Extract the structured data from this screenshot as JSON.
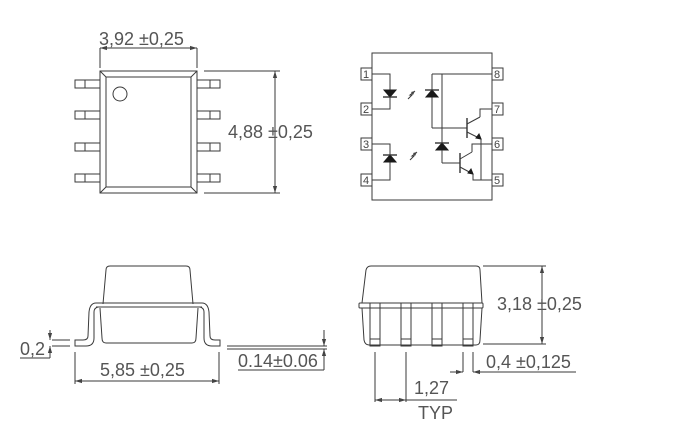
{
  "top_view": {
    "width_dim": "3,92 ±0,25",
    "height_dim": "4,88 ±0,25",
    "pins_per_side": 4,
    "pin1_marker": "circle"
  },
  "schematic": {
    "pins_left": [
      "1",
      "2",
      "3",
      "4"
    ],
    "pins_right": [
      "8",
      "7",
      "6",
      "5"
    ],
    "components": [
      "input-led-1",
      "input-led-2",
      "photodiode-1",
      "photodiode-2",
      "transistor-1",
      "transistor-2"
    ]
  },
  "side_view": {
    "lead_thickness_dim": "0,2",
    "span_dim": "5,85 ±0,25",
    "standoff_dim": "0.14±0.06"
  },
  "end_view": {
    "height_dim": "3,18 ±0,25",
    "lead_width_dim": "0,4 ±0,125",
    "pitch_dim": "1,27",
    "pitch_note": "TYP"
  },
  "colors": {
    "line": "#3a3a3a",
    "text": "#555555",
    "background": "#ffffff"
  }
}
